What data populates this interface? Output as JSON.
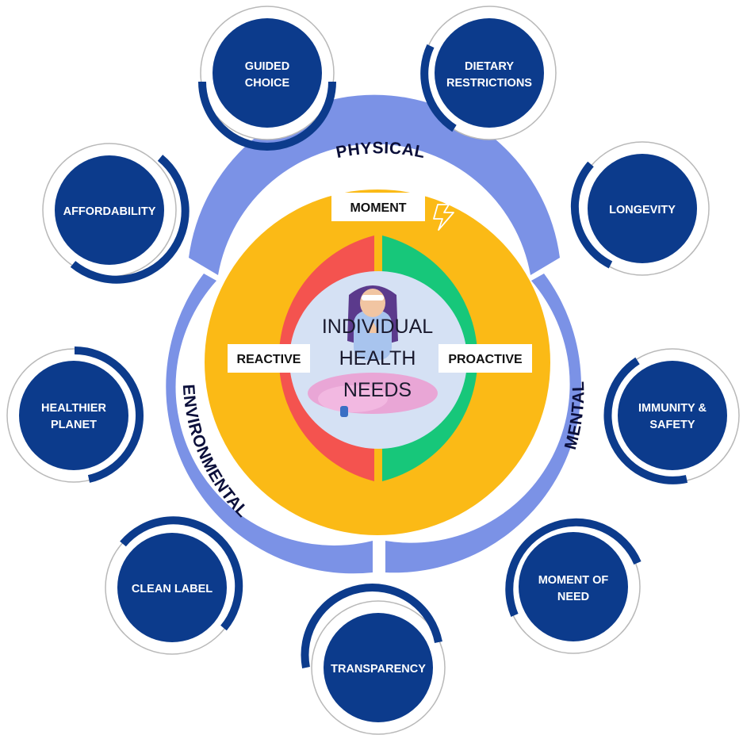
{
  "center": {
    "lines": [
      "INDIVIDUAL",
      "HEALTH",
      "NEEDS"
    ]
  },
  "inner": {
    "left_label": "REACTIVE",
    "right_label": "PROACTIVE"
  },
  "middle": {
    "top_label": "MOMENT"
  },
  "outer": {
    "physical": "PHYSICAL",
    "mental": "MENTAL",
    "environmental": "ENVIRONMENTAL"
  },
  "satellites": [
    {
      "key": "guided-choice",
      "lines": [
        "GUIDED",
        "CHOICE"
      ]
    },
    {
      "key": "dietary-restrictions",
      "lines": [
        "DIETARY",
        "RESTRICTIONS"
      ]
    },
    {
      "key": "affordability",
      "lines": [
        "AFFORDABILITY"
      ]
    },
    {
      "key": "longevity",
      "lines": [
        "LONGEVITY"
      ]
    },
    {
      "key": "healthier-planet",
      "lines": [
        "HEALTHIER",
        "PLANET"
      ]
    },
    {
      "key": "immunity-safety",
      "lines": [
        "IMMUNITY &",
        "SAFETY"
      ]
    },
    {
      "key": "clean-label",
      "lines": [
        "CLEAN LABEL"
      ]
    },
    {
      "key": "moment-of-need",
      "lines": [
        "MOMENT OF",
        "NEED"
      ]
    },
    {
      "key": "transparency",
      "lines": [
        "TRANSPARENCY"
      ]
    }
  ],
  "colors": {
    "satellite_fill": "#0c3b8c",
    "satellite_accent": "#0c3b8c",
    "outer_ring": "#7b92e6",
    "middle_ring": "#fbba16",
    "reactive": "#f4534f",
    "proactive": "#17c77a",
    "center_bg": "#d5e1f4"
  }
}
